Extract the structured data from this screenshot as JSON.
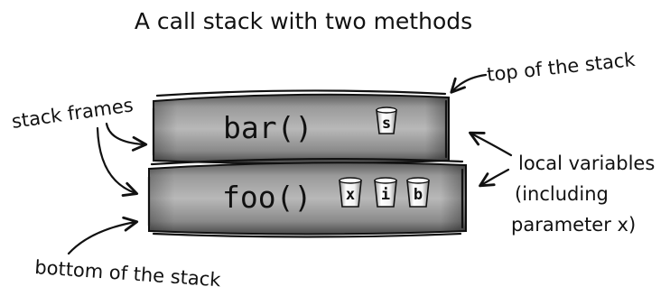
{
  "title": "A call stack with two methods",
  "annotations": {
    "stack_frames": "stack frames",
    "top": "top of the stack",
    "bottom": "bottom of the stack",
    "local_vars_line1": "local variables",
    "local_vars_line2": "(including",
    "local_vars_line3": "parameter x)"
  },
  "frames": [
    {
      "position": "top",
      "method": "bar()",
      "variables": [
        "s"
      ]
    },
    {
      "position": "bottom",
      "method": "foo()",
      "variables": [
        "x",
        "i",
        "b"
      ]
    }
  ]
}
